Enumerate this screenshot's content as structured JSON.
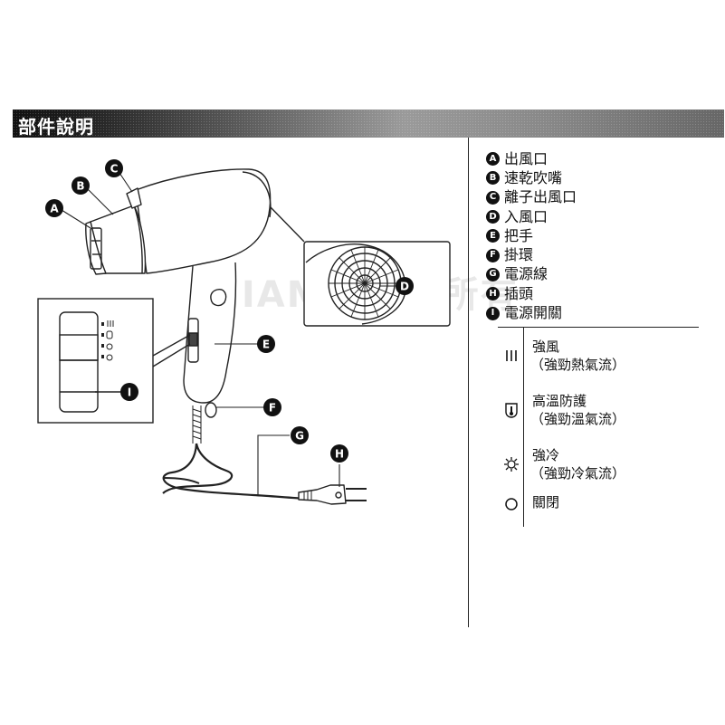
{
  "header": {
    "title": "部件說明"
  },
  "parts": [
    {
      "letter": "A",
      "label": "出風口"
    },
    {
      "letter": "B",
      "label": "速乾吹嘴"
    },
    {
      "letter": "C",
      "label": "離子出風口"
    },
    {
      "letter": "D",
      "label": "入風口"
    },
    {
      "letter": "E",
      "label": "把手"
    },
    {
      "letter": "F",
      "label": "掛環"
    },
    {
      "letter": "G",
      "label": "電源線"
    },
    {
      "letter": "H",
      "label": "插頭"
    },
    {
      "letter": "I",
      "label": "電源開關"
    }
  ],
  "modes": [
    {
      "icon": "heat-waves-icon",
      "name": "強風",
      "desc": "（強勁熱氣流）"
    },
    {
      "icon": "thermometer-shield-icon",
      "name": "高溫防護",
      "desc": "（強勁溫氣流）"
    },
    {
      "icon": "snowflake-sun-icon",
      "name": "強冷",
      "desc": "（強勁冷氣流）"
    },
    {
      "icon": "off-circle-icon",
      "name": "關閉",
      "desc": ""
    }
  ],
  "watermark": "JIAMEI版權所有"
}
